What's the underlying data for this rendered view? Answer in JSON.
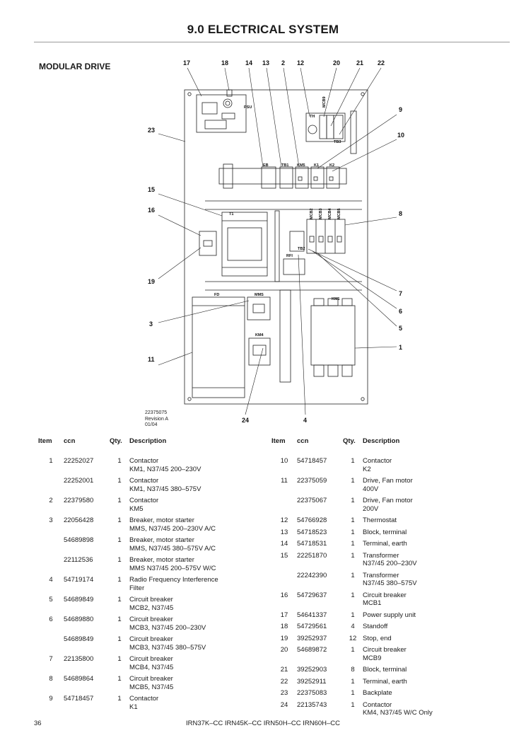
{
  "header": {
    "title": "9.0  ELECTRICAL SYSTEM"
  },
  "section": {
    "title": "MODULAR DRIVE"
  },
  "diagram": {
    "callouts": {
      "c17": "17",
      "c18": "18",
      "c14": "14",
      "c13": "13",
      "c2": "2",
      "c12": "12",
      "c20": "20",
      "c21": "21",
      "c22": "22",
      "c9": "9",
      "c10": "10",
      "c23": "23",
      "c15": "15",
      "c16": "16",
      "c8": "8",
      "c19": "19",
      "c7": "7",
      "c6": "6",
      "c5": "5",
      "c3": "3",
      "c1": "1",
      "c11": "11",
      "c24": "24",
      "c4": "4"
    },
    "component_labels": {
      "psu": "PSU",
      "th": "TH",
      "mcb9": "MCB9",
      "tb3": "TB3",
      "eb": "EB",
      "tb1": "TB1",
      "km5": "KM5",
      "k1": "K1",
      "k2": "K2",
      "t1": "T1",
      "mcb2": "MCB2",
      "mcb3": "MCB3",
      "mcb4": "MCB4",
      "mcb5": "MCB5",
      "tb2": "TB2",
      "rfi": "RFI",
      "fd": "FD",
      "mms": "MMS",
      "km1": "KM1",
      "km4": "KM4"
    },
    "drawing_number": "22375075",
    "revision": "Revision A",
    "date": "01/04"
  },
  "parts_table": {
    "headers": {
      "item": "Item",
      "ccn": "ccn",
      "qty": "Qty.",
      "description": "Description"
    },
    "left": [
      {
        "item": "1",
        "ccn": "22252027",
        "qty": "1",
        "desc": [
          "Contactor",
          "KM1, N37/45  200–230V"
        ]
      },
      {
        "item": "",
        "ccn": "22252001",
        "qty": "1",
        "desc": [
          "Contactor",
          "KM1, N37/45  380–575V"
        ]
      },
      {
        "item": "2",
        "ccn": "22379580",
        "qty": "1",
        "desc": [
          "Contactor",
          "KM5"
        ]
      },
      {
        "item": "3",
        "ccn": "22056428",
        "qty": "1",
        "desc": [
          "Breaker, motor starter",
          "MMS, N37/45  200–230V A/C"
        ]
      },
      {
        "item": "",
        "ccn": "54689898",
        "qty": "1",
        "desc": [
          "Breaker, motor starter",
          "MMS, N37/45  380–575V A/C"
        ]
      },
      {
        "item": "",
        "ccn": "22112536",
        "qty": "1",
        "desc": [
          "Breaker, motor starter",
          "MMS N37/45 200–575V W/C"
        ]
      },
      {
        "item": "4",
        "ccn": "54719174",
        "qty": "1",
        "desc": [
          "Radio Frequency Interference",
          "Filter"
        ]
      },
      {
        "item": "5",
        "ccn": "54689849",
        "qty": "1",
        "desc": [
          "Circuit breaker",
          "MCB2, N37/45"
        ]
      },
      {
        "item": "6",
        "ccn": "54689880",
        "qty": "1",
        "desc": [
          "Circuit breaker",
          "MCB3, N37/45  200–230V"
        ]
      },
      {
        "item": "",
        "ccn": "54689849",
        "qty": "1",
        "desc": [
          "Circuit breaker",
          "MCB3, N37/45  380–575V"
        ]
      },
      {
        "item": "7",
        "ccn": "22135800",
        "qty": "1",
        "desc": [
          "Circuit breaker",
          "MCB4, N37/45"
        ]
      },
      {
        "item": "8",
        "ccn": "54689864",
        "qty": "1",
        "desc": [
          "Circuit breaker",
          "MCB5, N37/45"
        ]
      },
      {
        "item": "9",
        "ccn": "54718457",
        "qty": "1",
        "desc": [
          "Contactor",
          "K1"
        ]
      }
    ],
    "right": [
      {
        "item": "10",
        "ccn": "54718457",
        "qty": "1",
        "desc": [
          "Contactor",
          "K2"
        ]
      },
      {
        "item": "11",
        "ccn": "22375059",
        "qty": "1",
        "desc": [
          "Drive, Fan motor",
          "400V"
        ]
      },
      {
        "item": "",
        "ccn": "22375067",
        "qty": "1",
        "desc": [
          "Drive, Fan motor",
          "200V"
        ]
      },
      {
        "item": "12",
        "ccn": "54766928",
        "qty": "1",
        "desc": [
          "Thermostat"
        ]
      },
      {
        "item": "13",
        "ccn": "54718523",
        "qty": "1",
        "desc": [
          "Block, terminal"
        ]
      },
      {
        "item": "14",
        "ccn": "54718531",
        "qty": "1",
        "desc": [
          "Terminal, earth"
        ]
      },
      {
        "item": "15",
        "ccn": "22251870",
        "qty": "1",
        "desc": [
          "Transformer",
          "N37/45  200–230V"
        ]
      },
      {
        "item": "",
        "ccn": "22242390",
        "qty": "1",
        "desc": [
          "Transformer",
          "N37/45  380–575V"
        ]
      },
      {
        "item": "16",
        "ccn": "54729637",
        "qty": "1",
        "desc": [
          "Circuit breaker",
          "MCB1"
        ]
      },
      {
        "item": "17",
        "ccn": "54641337",
        "qty": "1",
        "desc": [
          "Power supply unit"
        ]
      },
      {
        "item": "18",
        "ccn": "54729561",
        "qty": "4",
        "desc": [
          "Standoff"
        ]
      },
      {
        "item": "19",
        "ccn": "39252937",
        "qty": "12",
        "desc": [
          "Stop, end"
        ]
      },
      {
        "item": "20",
        "ccn": "54689872",
        "qty": "1",
        "desc": [
          "Circuit breaker",
          "MCB9"
        ]
      },
      {
        "item": "21",
        "ccn": "39252903",
        "qty": "8",
        "desc": [
          "Block, terminal"
        ]
      },
      {
        "item": "22",
        "ccn": "39252911",
        "qty": "1",
        "desc": [
          "Terminal, earth"
        ]
      },
      {
        "item": "23",
        "ccn": "22375083",
        "qty": "1",
        "desc": [
          "Backplate"
        ]
      },
      {
        "item": "24",
        "ccn": "22135743",
        "qty": "1",
        "desc": [
          "Contactor",
          "KM4, N37/45 W/C Only"
        ]
      }
    ]
  },
  "footer": {
    "page_number": "36",
    "models": "IRN37K–CC   IRN45K–CC  IRN50H–CC  IRN60H–CC"
  }
}
